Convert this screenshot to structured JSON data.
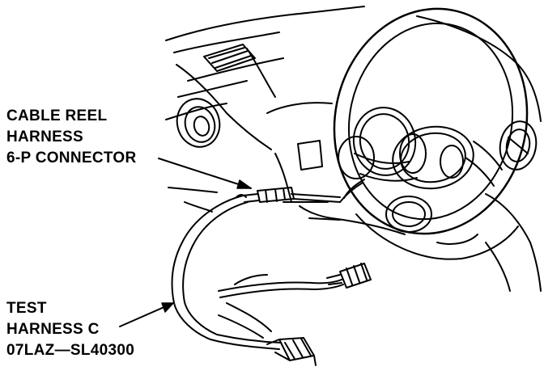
{
  "labels": {
    "cable_reel": {
      "line1": "CABLE REEL",
      "line2": "HARNESS",
      "line3": "6-P CONNECTOR"
    },
    "test_harness": {
      "line1": "TEST",
      "line2": "HARNESS C",
      "line3": "07LAZ—SL40300"
    }
  },
  "colors": {
    "ink": "#000000",
    "paper": "#ffffff"
  }
}
